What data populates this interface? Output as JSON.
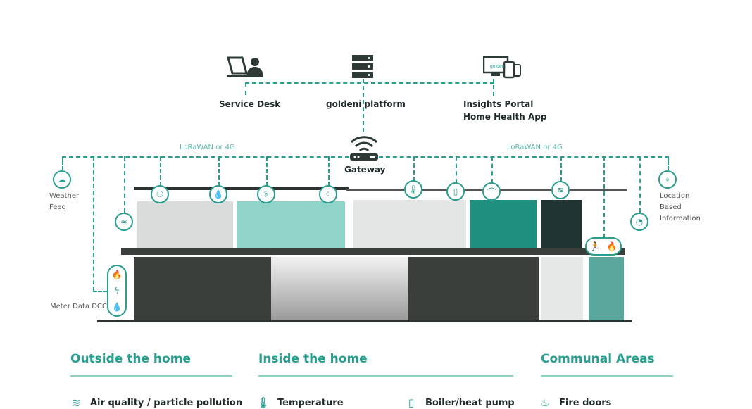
{
  "top": {
    "service_desk": "Service Desk",
    "platform": "goldeni platform",
    "portal_line1": "Insights Portal",
    "portal_line2": "Home Health App"
  },
  "network": {
    "lora_left": "LoRaWAN or 4G",
    "lora_right": "LoRaWAN or 4G",
    "gateway": "Gateway"
  },
  "side": {
    "weather_line1": "Weather",
    "weather_line2": "Feed",
    "location_line1": "Location",
    "location_line2": "Based",
    "location_line3": "Information",
    "meter": "Meter Data DCC"
  },
  "sections": [
    {
      "title": "Outside the home",
      "items": [
        {
          "icon": "air-wave-icon",
          "label": "Air quality / particle pollution"
        }
      ]
    },
    {
      "title": "Inside the home",
      "items": [
        {
          "icon": "thermometer-icon",
          "label": "Temperature"
        },
        {
          "icon": "boiler-icon",
          "label": "Boiler/heat pump"
        }
      ]
    },
    {
      "title": "Communal Areas",
      "items": [
        {
          "icon": "fire-icon",
          "label": "Fire doors"
        }
      ]
    }
  ],
  "colors": {
    "accent": "#2a9d8f",
    "dark": "#2d332f",
    "wall": "#3a3f3c"
  }
}
